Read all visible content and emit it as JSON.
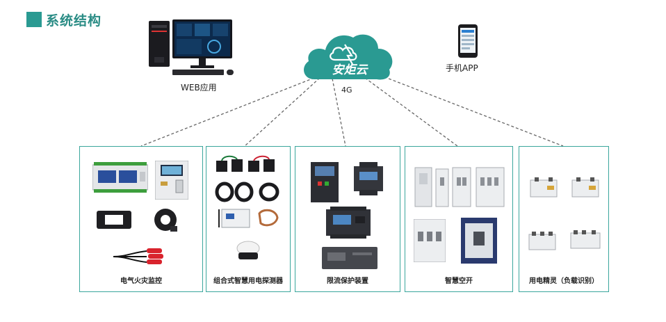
{
  "header": {
    "title": "系统结构"
  },
  "colors": {
    "accent": "#2a9a92",
    "cloud": "#2a9a92",
    "border": "#3aa69c"
  },
  "cloud": {
    "label": "安炬云",
    "link_label": "4G"
  },
  "web": {
    "label": "WEB应用"
  },
  "app": {
    "label": "手机APP"
  },
  "groups": [
    {
      "label": "电气火灾监控"
    },
    {
      "label": "组合式智慧用电探测器"
    },
    {
      "label": "限流保护装置"
    },
    {
      "label": "智慧空开"
    },
    {
      "label": "用电精灵（负载识别）"
    }
  ]
}
